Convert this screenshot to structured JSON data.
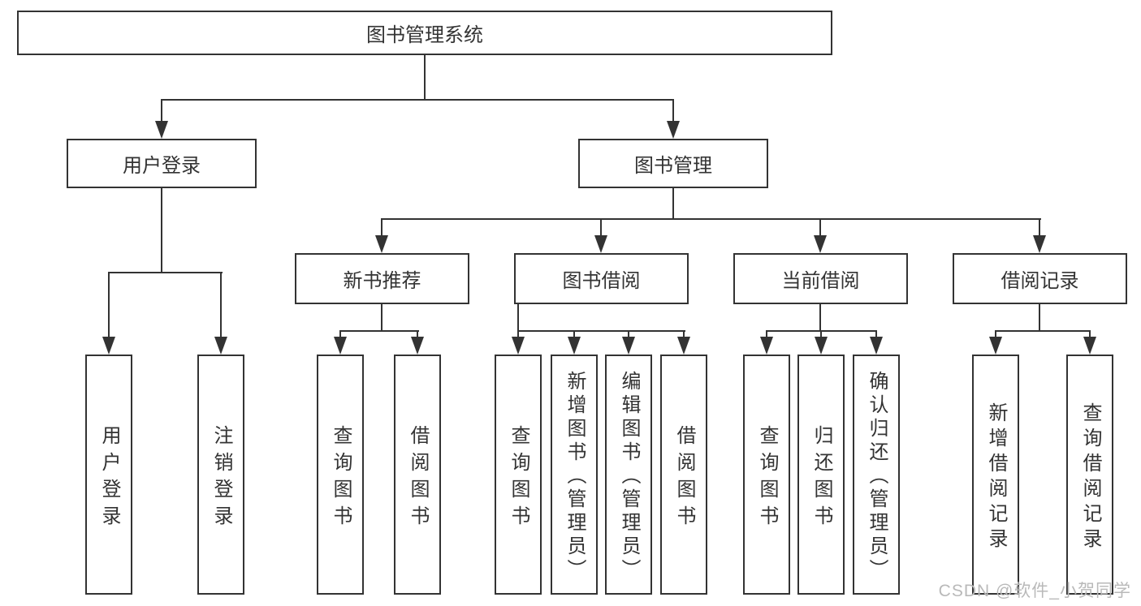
{
  "colors": {
    "line": "#333333",
    "box_border": "#333333",
    "text": "#333333",
    "background": "#ffffff",
    "watermark_text": "#b9b9b9"
  },
  "diagram": {
    "root": {
      "label": "图书管理系统"
    },
    "level2": [
      {
        "label": "用户登录"
      },
      {
        "label": "图书管理"
      }
    ],
    "level3": [
      {
        "label": "新书推荐"
      },
      {
        "label": "图书借阅"
      },
      {
        "label": "当前借阅"
      },
      {
        "label": "借阅记录"
      }
    ],
    "leaves": {
      "user_login": [
        "用户登录",
        "注销登录"
      ],
      "new_book_recommend": [
        "查询图书",
        "借阅图书"
      ],
      "book_borrow": [
        "查询图书",
        "新增图书（管理员）",
        "编辑图书（管理员）",
        "借阅图书"
      ],
      "current_borrow": [
        "查询图书",
        "归还图书",
        "确认归还（管理员）"
      ],
      "borrow_records": [
        "新增借阅记录",
        "查询借阅记录"
      ]
    }
  },
  "watermark": {
    "text": "CSDN @软件_小贺同学"
  }
}
